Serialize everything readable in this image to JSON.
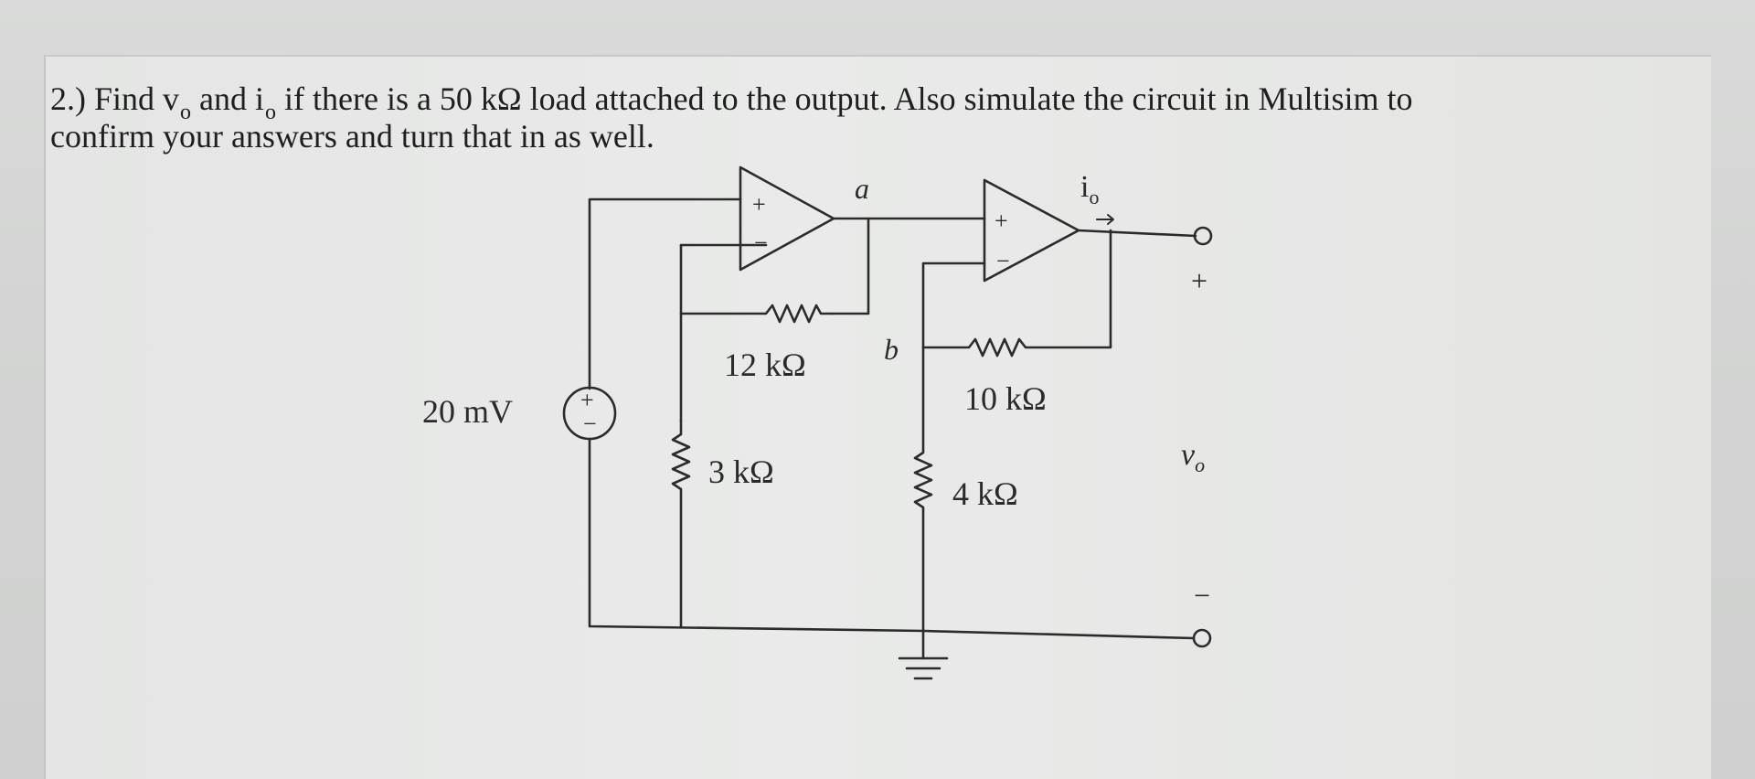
{
  "question": {
    "line1_a": "2.) Find v",
    "line1_sub1": "o",
    "line1_b": " and i",
    "line1_sub2": "o",
    "line1_c": " if there is a 50 kΩ load attached to the output. Also simulate the circuit in Multisim to",
    "line2": "confirm your answers and turn that in as well."
  },
  "circuit": {
    "source_label": "20 mV",
    "source_plus": "+",
    "source_minus": "−",
    "r12_label": "12 kΩ",
    "r3_label": "3 kΩ",
    "r10_label": "10 kΩ",
    "r4_label": "4 kΩ",
    "node_a": "a",
    "node_b": "b",
    "io_label": "i",
    "io_sub": "o",
    "io_arrow": "→",
    "opamp1_plus": "+",
    "opamp1_minus": "−",
    "opamp2_plus": "+",
    "opamp2_minus": "−",
    "vo_plus": "+",
    "vo_label": "v",
    "vo_sub": "o",
    "vo_minus": "−"
  }
}
